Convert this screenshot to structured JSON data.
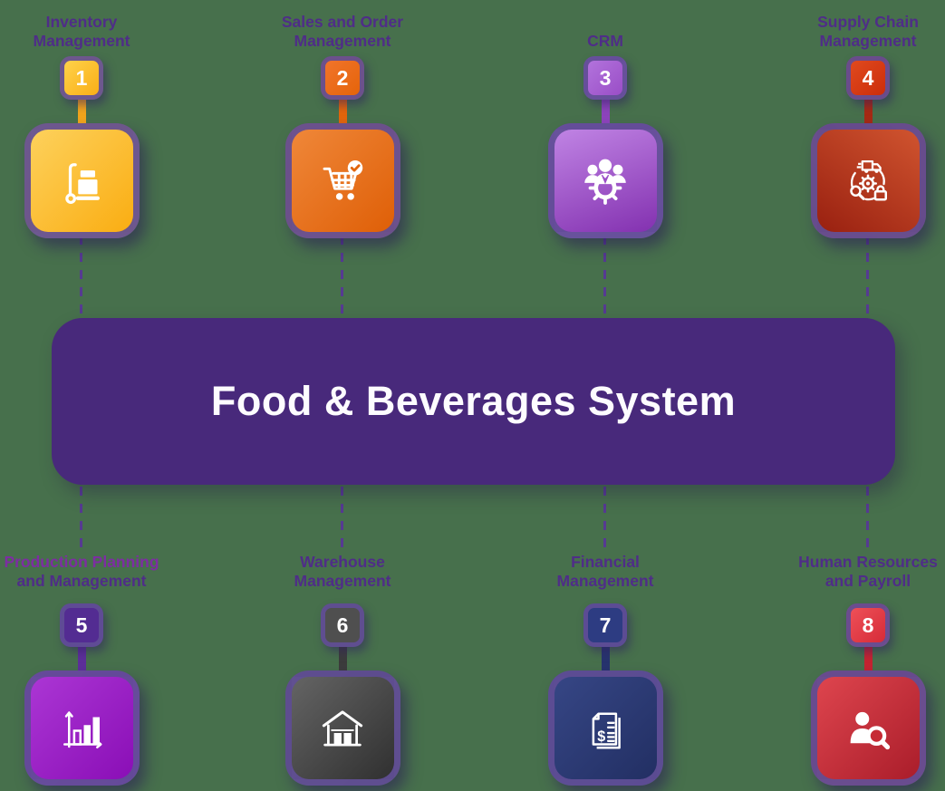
{
  "background_color": "#47704c",
  "banner": {
    "title": "Food & Beverages System",
    "bg_color": "#48297b",
    "text_color": "#ffffff"
  },
  "connector": {
    "dash_color": "#563a92",
    "ring_color": "#614e96"
  },
  "title_color": "#4f2d88",
  "modules": [
    {
      "number": "1",
      "title_line1": "Inventory",
      "title_line2": "Management",
      "row": "top",
      "icon": "hand-truck-icon",
      "color": "#faae14",
      "badge_color": "#fbbc2c",
      "stem_color": "#f2a51c"
    },
    {
      "number": "2",
      "title_line1": "Sales and Order",
      "title_line2": "Management",
      "row": "top",
      "icon": "shopping-cart-check-icon",
      "color": "#e56a10",
      "badge_color": "#ef6c12",
      "stem_color": "#e2650c"
    },
    {
      "number": "3",
      "title_line1": "CRM",
      "title_line2": "",
      "row": "top",
      "icon": "team-gear-icon",
      "color": "#9a4ec7",
      "badge_color": "#a660d2",
      "stem_color": "#8d44bc"
    },
    {
      "number": "4",
      "title_line1": "Supply Chain",
      "title_line2": "Management",
      "row": "top",
      "icon": "supply-chain-cycle-icon",
      "color": "#b1331a",
      "badge_color": "#d6380f",
      "stem_color": "#a62a14"
    },
    {
      "number": "5",
      "title_line1": "Production Planning",
      "title_line2": "and Management",
      "title_line1_color": "#7d2da2",
      "row": "bottom",
      "icon": "bar-chart-icon",
      "color": "#9a1fc6",
      "badge_color": "#532c92",
      "stem_color": "#5d2f9a"
    },
    {
      "number": "6",
      "title_line1": "Warehouse",
      "title_line2": "Management",
      "row": "bottom",
      "icon": "warehouse-icon",
      "color": "#4a4a4a",
      "badge_color": "#4f4f4f",
      "stem_color": "#3c3c3c"
    },
    {
      "number": "7",
      "title_line1": "Financial",
      "title_line2": "Management",
      "row": "bottom",
      "icon": "invoice-icon",
      "color": "#2d3a7a",
      "badge_color": "#2d3c82",
      "stem_color": "#27346e"
    },
    {
      "number": "8",
      "title_line1": "Human Resources",
      "title_line2": "and Payroll",
      "row": "bottom",
      "icon": "person-search-icon",
      "color": "#c62632",
      "badge_color": "#e8474f",
      "stem_color": "#c42331"
    }
  ]
}
